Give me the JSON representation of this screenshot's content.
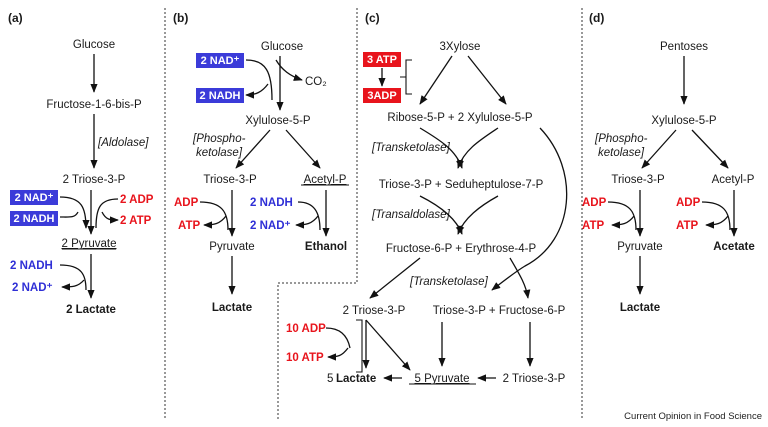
{
  "panels": [
    {
      "label": "(a)"
    },
    {
      "label": "(b)"
    },
    {
      "label": "(c)"
    },
    {
      "label": "(d)"
    }
  ],
  "a": {
    "glucose": "Glucose",
    "fbp": "Fructose-1-6-bis-P",
    "aldolase": "[Aldolase]",
    "triose": "2 Triose-3-P",
    "nad": "2 NAD⁺",
    "nadh": "2 NADH",
    "adp": "2 ADP",
    "atp": "2 ATP",
    "pyruvate": "2 Pyruvate",
    "nadh2": "2 NADH",
    "nad2": "2 NAD⁺",
    "lactate": "2 Lactate"
  },
  "b": {
    "glucose": "Glucose",
    "nad": "2 NAD⁺",
    "nadh": "2 NADH",
    "co2": "CO₂",
    "xylulose": "Xylulose-5-P",
    "enzyme1": "[Phospho-",
    "enzyme2": "ketolase]",
    "triose": "Triose-3-P",
    "acetyl": "Acetyl-P",
    "adp": "ADP",
    "atp": "ATP",
    "nadh2": "2 NADH",
    "nad2": "2 NAD⁺",
    "pyruvate": "Pyruvate",
    "ethanol": "Ethanol",
    "lactate": "Lactate"
  },
  "c": {
    "xylose": "3Xylose",
    "atp": "3 ATP",
    "adp": "3ADP",
    "ribose": "Ribose-5-P + 2 Xylulose-5-P",
    "transketolase": "[Transketolase]",
    "triose_sedo": "Triose-3-P + Seduheptulose-7-P",
    "transaldolase": "[Transaldolase]",
    "fructose_ery": "Fructose-6-P + Erythrose-4-P",
    "transketolase2": "[Transketolase]",
    "triose2": "2 Triose-3-P",
    "triose_fru": "Triose-3-P + Fructose-6-P",
    "adp10": "10 ADP",
    "atp10": "10 ATP",
    "lactate_n": "5",
    "lactate": "Lactate",
    "pyruvate": "5 Pyruvate",
    "triose3": "2 Triose-3-P"
  },
  "d": {
    "pentoses": "Pentoses",
    "xylulose": "Xylulose-5-P",
    "enzyme1": "[Phospho-",
    "enzyme2": "ketolase]",
    "triose": "Triose-3-P",
    "acetyl": "Acetyl-P",
    "adp": "ADP",
    "atp": "ATP",
    "adp2": "ADP",
    "atp2": "ATP",
    "pyruvate": "Pyruvate",
    "acetate": "Acetate",
    "lactate": "Lactate"
  },
  "credit": "Current Opinion in Food Science",
  "colors": {
    "red": "#e8141c",
    "blue": "#2f2fd6",
    "box_red": "#e8141c",
    "box_blue": "#3b3bd9"
  }
}
